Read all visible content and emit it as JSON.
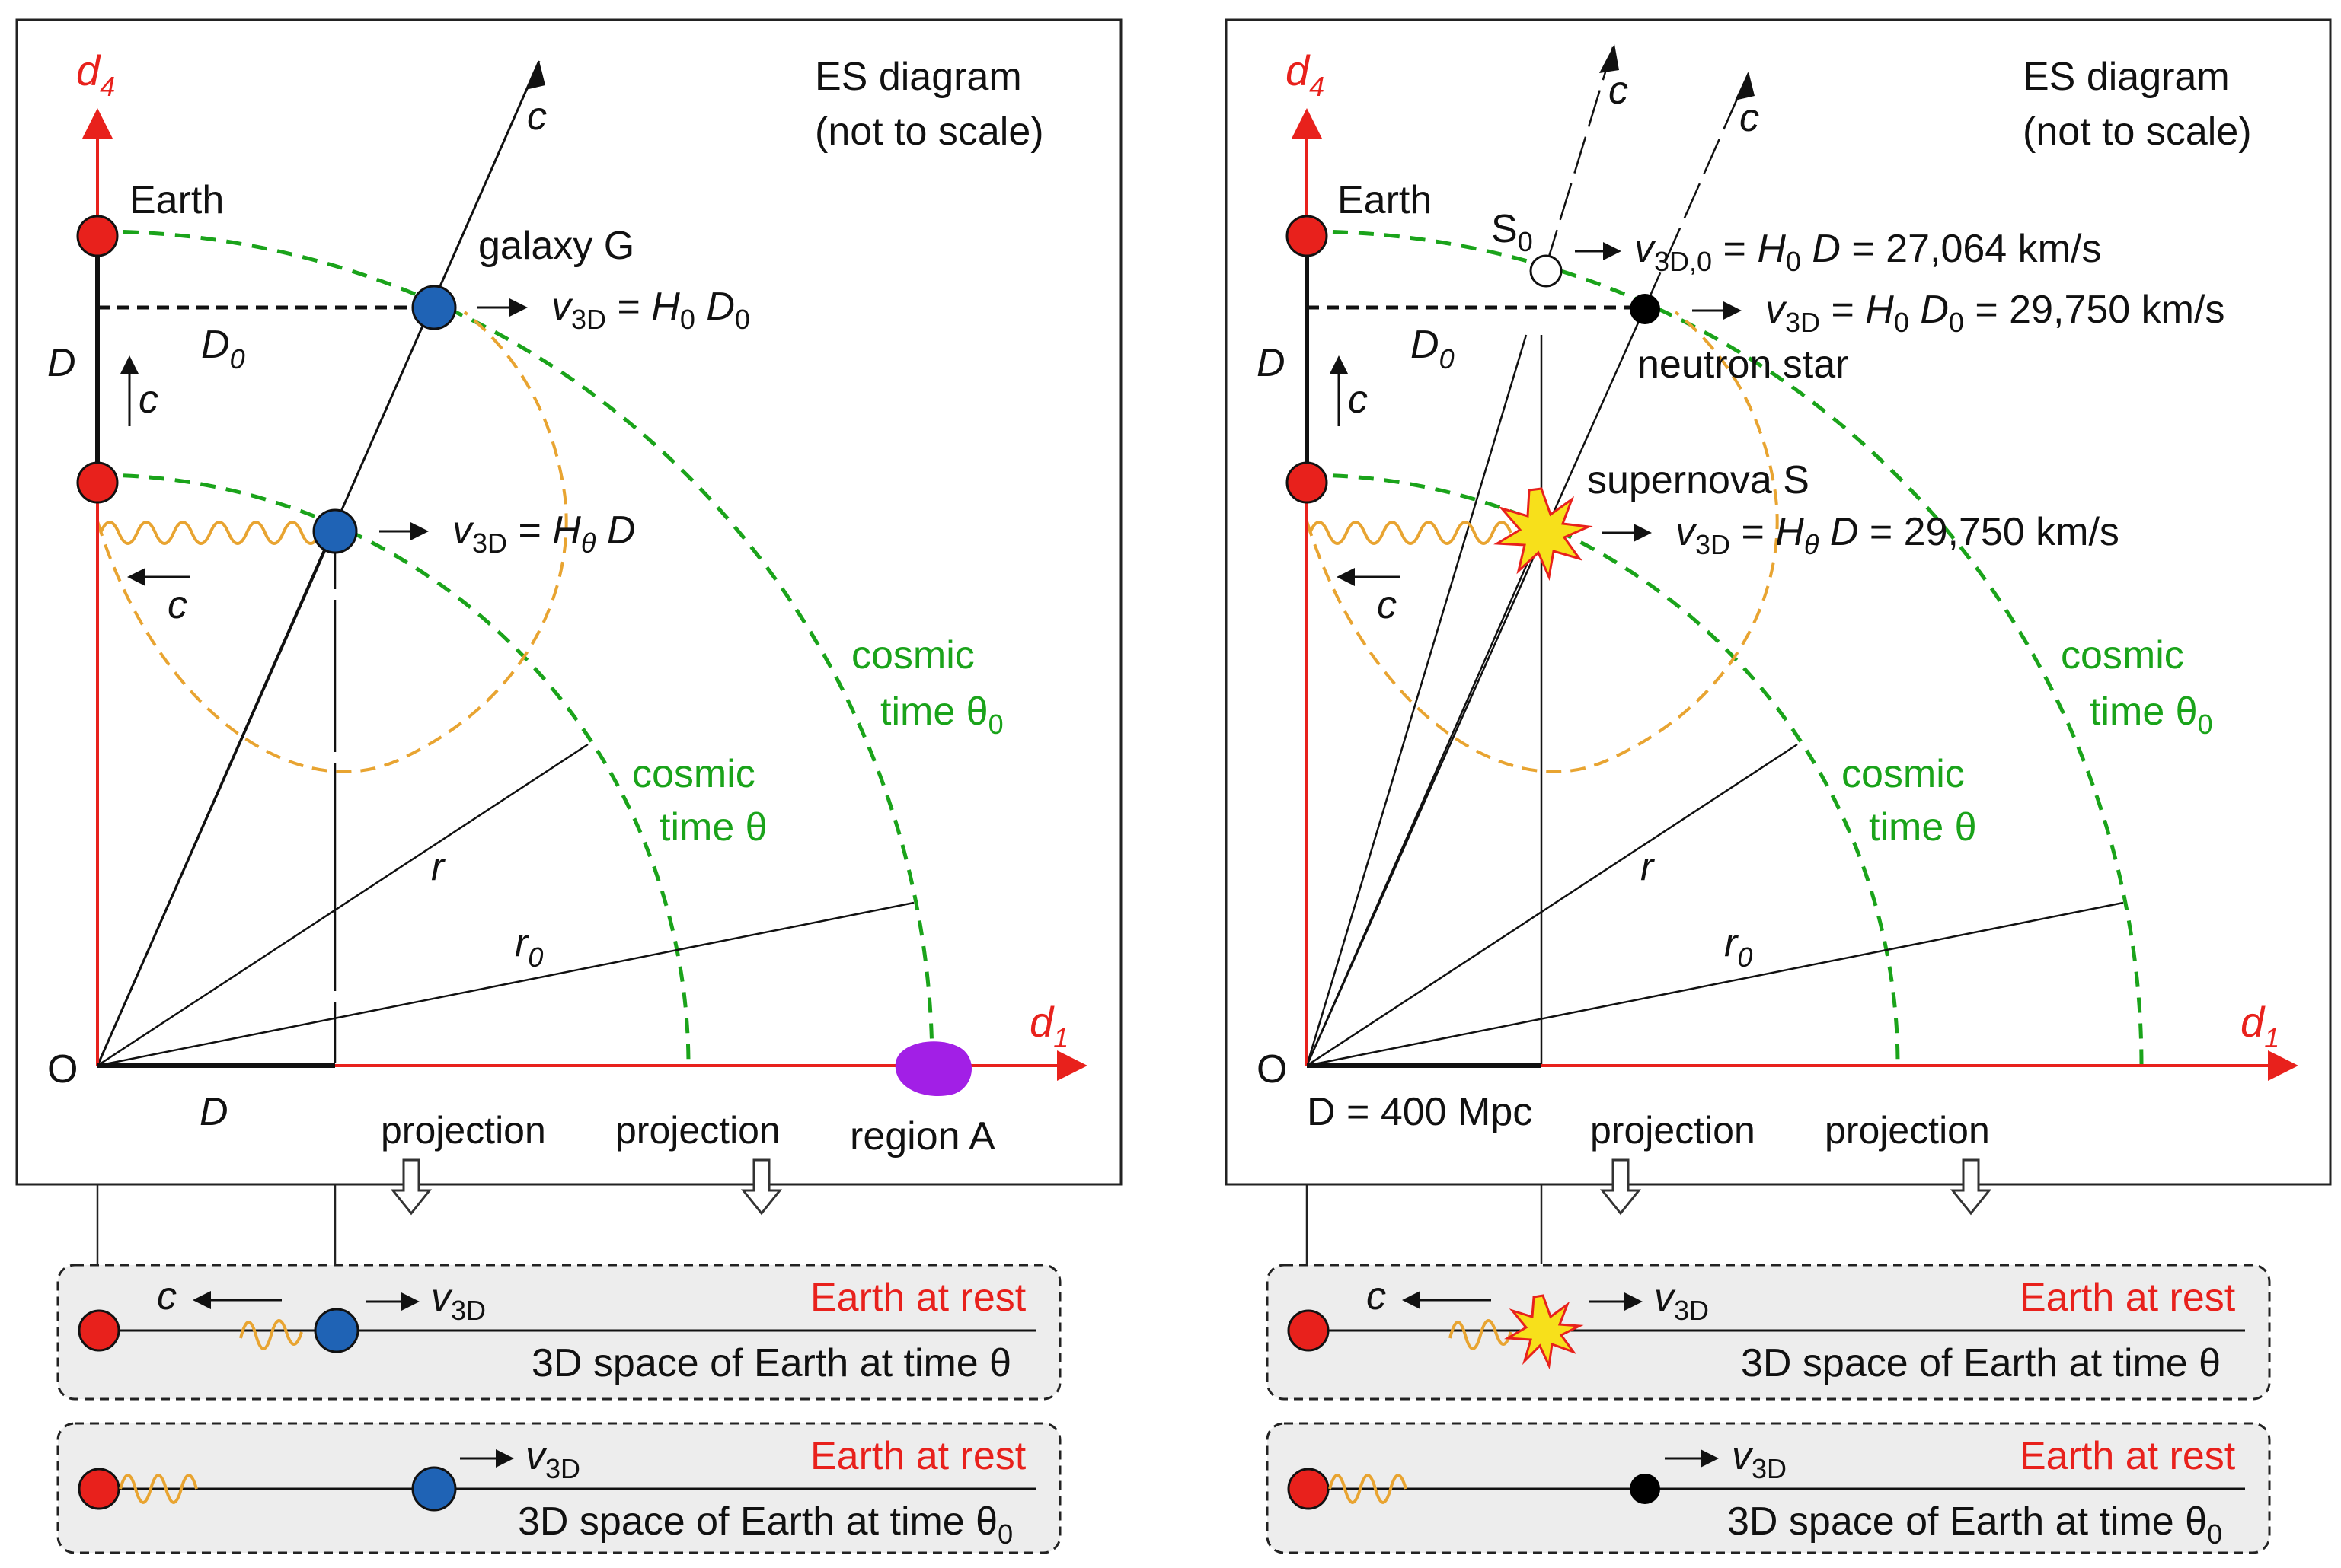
{
  "panels": [
    {
      "id": "left",
      "header_line1": "ES diagram",
      "header_line2": "(not to scale)",
      "axis_vertical": "d",
      "axis_vertical_sub": "4",
      "axis_horizontal": "d",
      "axis_horizontal_sub": "1",
      "origin": "O",
      "earth": "Earth",
      "label_D": "D",
      "label_D0": "D",
      "label_D0_sub": "0",
      "label_c": "c",
      "label_r": "r",
      "label_r0": "r",
      "label_r0_sub": "0",
      "galaxy_label": "galaxy G",
      "v_upper": {
        "v": "v",
        "sub": "3D",
        "rest": " = ",
        "H": "H",
        "Hsub": "0",
        "D": " D",
        "Dsub": "0",
        "tail": ""
      },
      "v_lower": {
        "v": "v",
        "sub": "3D",
        "rest": " = ",
        "H": "H",
        "Hsub": "θ",
        "D": " D",
        "Dsub": "",
        "tail": ""
      },
      "cosmic_inner_1": "cosmic",
      "cosmic_inner_2": "time θ",
      "cosmic_outer_1": "cosmic",
      "cosmic_outer_2": "time θ",
      "cosmic_outer_2_sub": "0",
      "bottom_D": "D",
      "projection_1": "projection",
      "projection_2": "projection",
      "region": "region A"
    },
    {
      "id": "right",
      "header_line1": "ES diagram",
      "header_line2": "(not to scale)",
      "axis_vertical": "d",
      "axis_vertical_sub": "4",
      "axis_horizontal": "d",
      "axis_horizontal_sub": "1",
      "origin": "O",
      "earth": "Earth",
      "label_D": "D",
      "label_D0": "D",
      "label_D0_sub": "0",
      "label_c": "c",
      "label_r": "r",
      "label_r0": "r",
      "label_r0_sub": "0",
      "s0_label": "S",
      "s0_label_sub": "0",
      "neutron_star": "neutron star",
      "supernova": "supernova S",
      "v_top": {
        "v": "v",
        "sub": "3D,0",
        "rest": " = ",
        "H": "H",
        "Hsub": "0",
        "D": " D",
        "Dsub": "",
        "tail": " = 27,064 km/s"
      },
      "v_upper": {
        "v": "v",
        "sub": "3D",
        "rest": " = ",
        "H": "H",
        "Hsub": "0",
        "D": " D",
        "Dsub": "0",
        "tail": " = 29,750 km/s"
      },
      "v_lower": {
        "v": "v",
        "sub": "3D",
        "rest": " = ",
        "H": "H",
        "Hsub": "θ",
        "D": " D",
        "Dsub": "",
        "tail": " = 29,750 km/s"
      },
      "cosmic_inner_1": "cosmic",
      "cosmic_inner_2": "time θ",
      "cosmic_outer_1": "cosmic",
      "cosmic_outer_2": "time θ",
      "cosmic_outer_2_sub": "0",
      "bottom_D": "D = 400 Mpc",
      "projection_1": "projection",
      "projection_2": "projection"
    }
  ],
  "boxes": [
    {
      "id": "left-top",
      "c": "c",
      "v": "v",
      "vsub": "3D",
      "rest": "Earth at rest",
      "space": "3D space of Earth at time θ",
      "space_sub": ""
    },
    {
      "id": "left-bottom",
      "v": "v",
      "vsub": "3D",
      "rest": "Earth at rest",
      "space": "3D space of Earth at time θ",
      "space_sub": "0"
    },
    {
      "id": "right-top",
      "c": "c",
      "v": "v",
      "vsub": "3D",
      "rest": "Earth at rest",
      "space": "3D space of Earth at time θ",
      "space_sub": ""
    },
    {
      "id": "right-bottom",
      "v": "v",
      "vsub": "3D",
      "rest": "Earth at rest",
      "space": "3D space of Earth at time θ",
      "space_sub": "0"
    }
  ],
  "colors": {
    "axis": "#e8211c",
    "earth": "#e8211c",
    "galaxy": "#1f63b5",
    "cosmic_time": "#1aa31a",
    "light_wave": "#e8a431",
    "region": "#a21fe6",
    "neutron_star": "#000000",
    "supernova_core": "#f7e01b",
    "supernova_rim": "#e8211c"
  },
  "icons": [
    "earth-dot",
    "galaxy-dot",
    "neutron-star-dot",
    "supernova-burst",
    "region-blob",
    "down-arrow-icon"
  ]
}
